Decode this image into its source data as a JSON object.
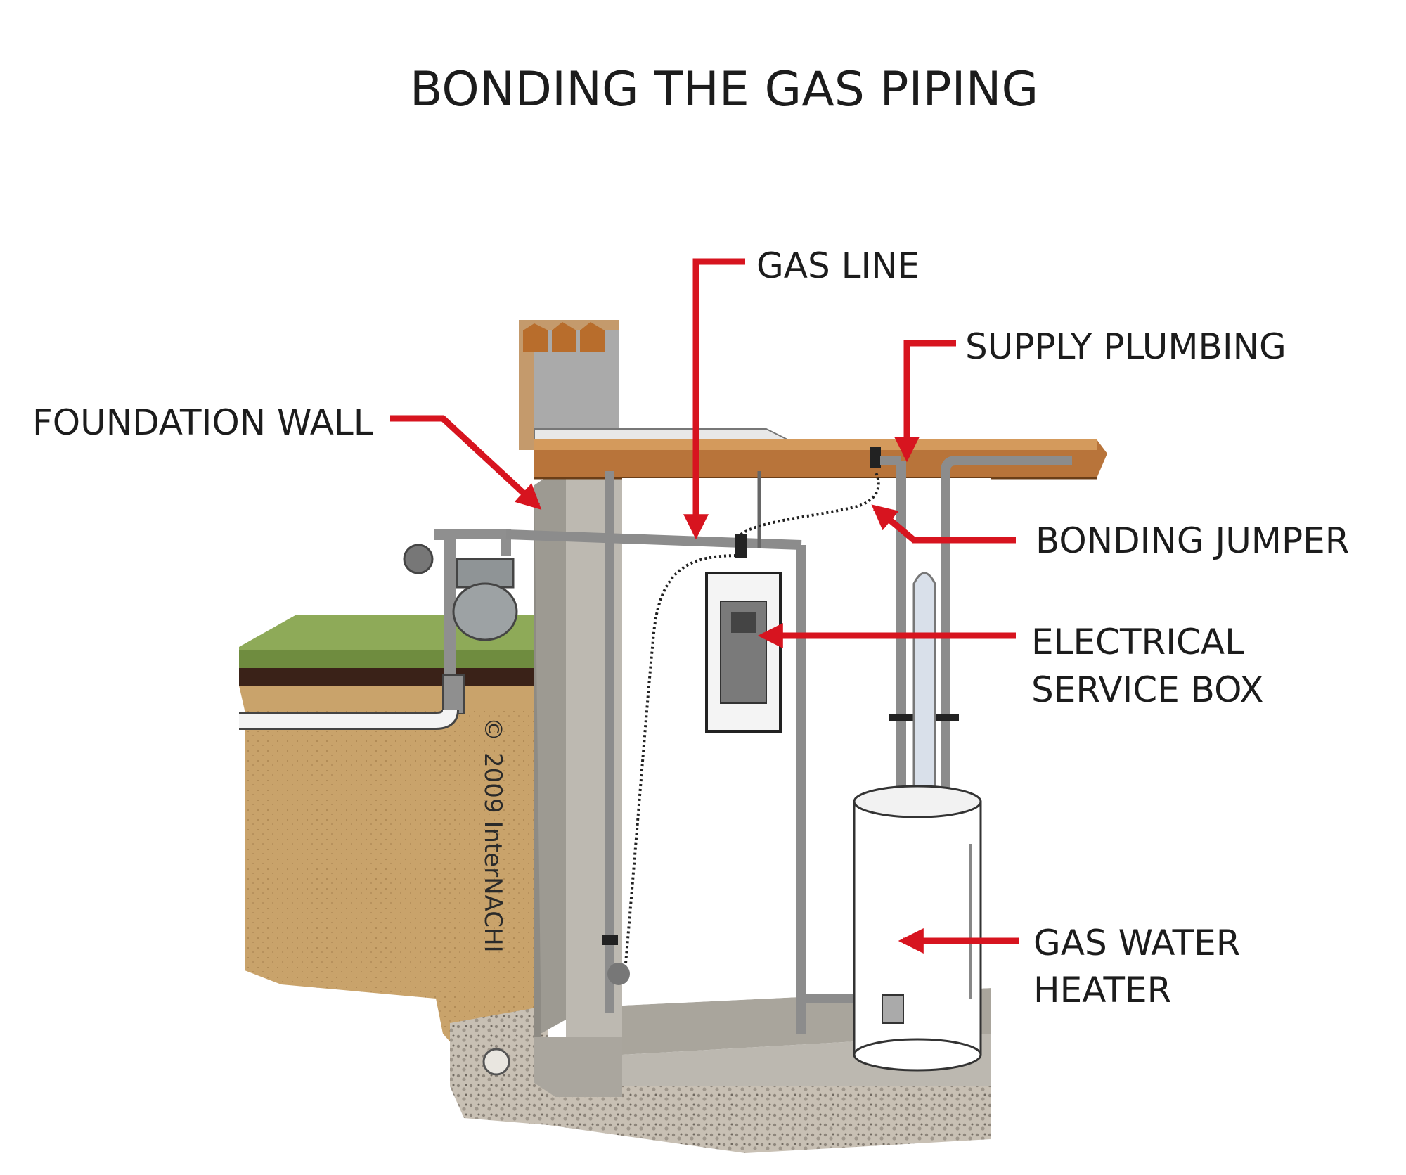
{
  "title": "BONDING THE GAS PIPING",
  "labels": {
    "foundation_wall": "FOUNDATION WALL",
    "gas_line": "GAS LINE",
    "supply_plumbing": "SUPPLY PLUMBING",
    "bonding_jumper": "BONDING JUMPER",
    "electrical_service_box": [
      "ELECTRICAL",
      "SERVICE BOX"
    ],
    "gas_water_heater": [
      "GAS WATER",
      "HEATER"
    ]
  },
  "copyright": "2009 InterNACHI",
  "copyright_symbol": "©",
  "colors": {
    "arrow": "#d7141f",
    "soil": "#c9a36b",
    "grass": "#7d9a4a",
    "topsoil": "#3a2218",
    "concrete": "#b8b5ad",
    "wood": "#b8743a",
    "pipe": "#9a9a9a",
    "gravel": "#b9b1a6"
  }
}
